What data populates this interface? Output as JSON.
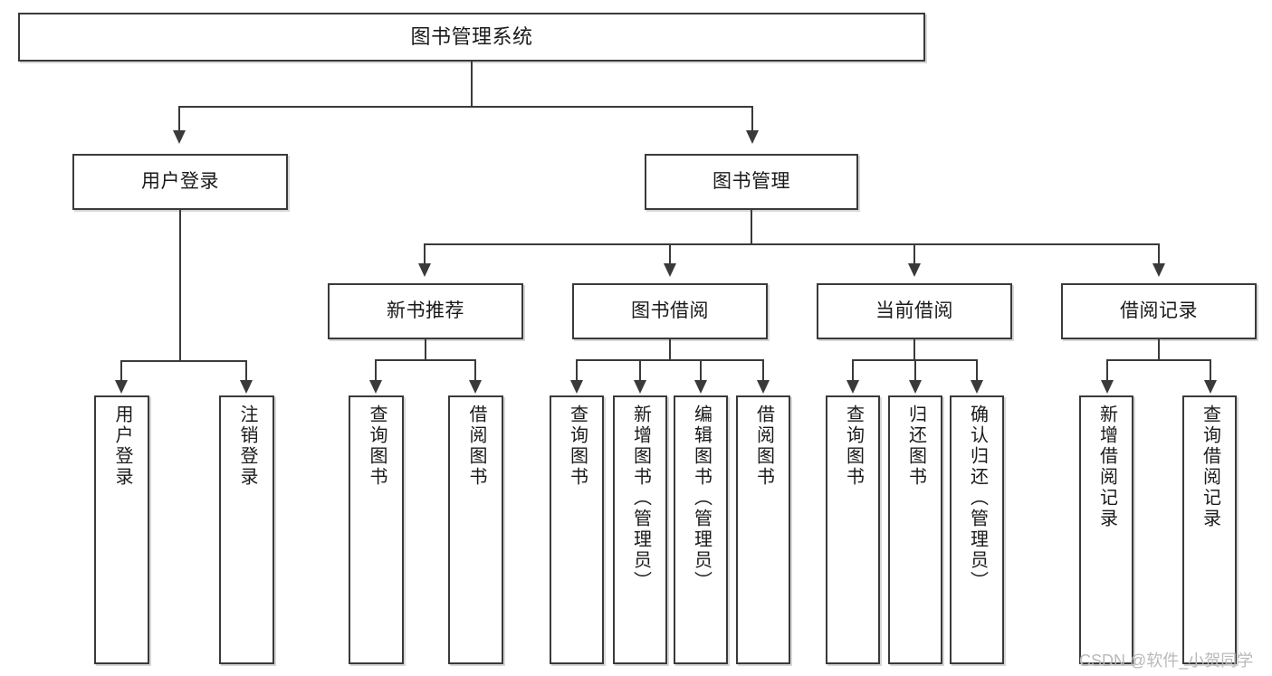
{
  "diagram": {
    "type": "tree-hierarchy-functional-decomposition",
    "root": {
      "label": "图书管理系统"
    },
    "level1": [
      {
        "label": "用户登录"
      },
      {
        "label": "图书管理"
      }
    ],
    "level2": [
      {
        "label": "新书推荐"
      },
      {
        "label": "图书借阅"
      },
      {
        "label": "当前借阅"
      },
      {
        "label": "借阅记录"
      }
    ],
    "leaves": {
      "user_login": [
        {
          "label": "用户登录"
        },
        {
          "label": "注销登录"
        }
      ],
      "new_book_recommend": [
        {
          "label": "查询图书"
        },
        {
          "label": "借阅图书"
        }
      ],
      "book_borrow": [
        {
          "label": "查询图书"
        },
        {
          "label": "新增图书（管理员）"
        },
        {
          "label": "编辑图书（管理员）"
        },
        {
          "label": "借阅图书"
        }
      ],
      "current_borrow": [
        {
          "label": "查询图书"
        },
        {
          "label": "归还图书"
        },
        {
          "label": "确认归还（管理员）"
        }
      ],
      "borrow_record": [
        {
          "label": "新增借阅记录"
        },
        {
          "label": "查询借阅记录"
        }
      ]
    }
  },
  "watermark": {
    "text": "CSDN @软件_小贺同学"
  },
  "colors": {
    "box_border": "#3a3a3a",
    "box_fill": "#ffffff",
    "text": "#1a1a1a",
    "connector": "#3a3a3a",
    "watermark": "#b9b9b9",
    "background": "#ffffff"
  }
}
